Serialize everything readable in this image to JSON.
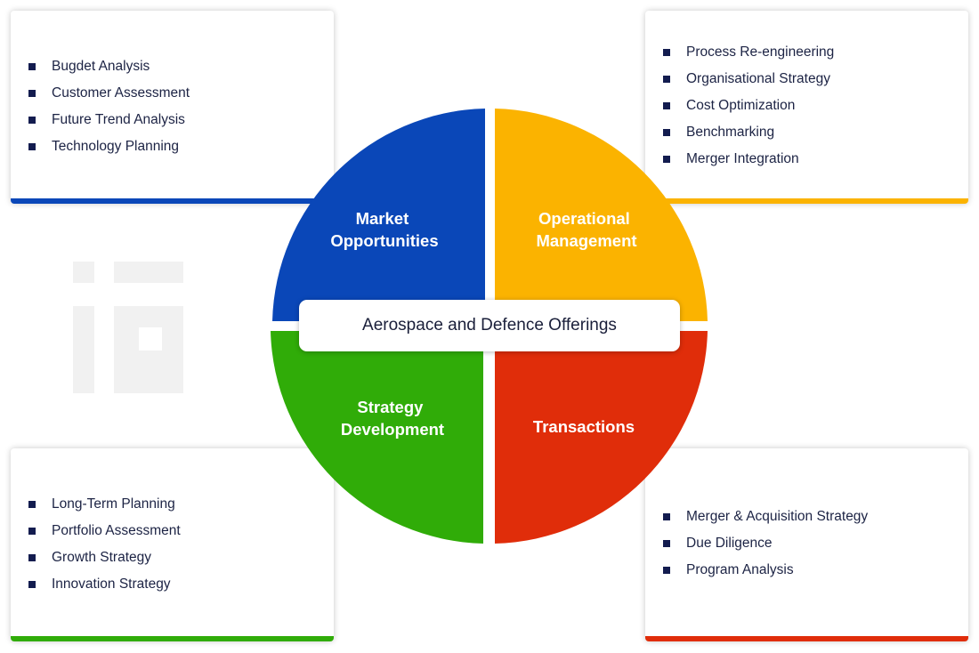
{
  "center_title": "Aerospace and Defence Offerings",
  "colors": {
    "blue": "#0a47b8",
    "yellow": "#fbb300",
    "green": "#30ac08",
    "red": "#e02d0a",
    "bullet": "#131c4f",
    "watermark": "#f1f1f1"
  },
  "quadrants": {
    "market": {
      "line1": "Market",
      "line2": "Opportunities"
    },
    "operational": {
      "line1": "Operational",
      "line2": "Management"
    },
    "strategy": {
      "line1": "Strategy",
      "line2": "Development"
    },
    "transactions": {
      "line1": "Transactions"
    }
  },
  "cards": {
    "market": {
      "items": [
        "Bugdet Analysis",
        "Customer Assessment",
        "Future Trend Analysis",
        "Technology Planning"
      ]
    },
    "operational": {
      "items": [
        "Process Re-engineering",
        "Organisational Strategy",
        "Cost Optimization",
        "Benchmarking",
        "Merger Integration"
      ]
    },
    "strategy": {
      "items": [
        "Long-Term Planning",
        "Portfolio Assessment",
        "Growth Strategy",
        "Innovation Strategy"
      ]
    },
    "transactions": {
      "items": [
        "Merger & Acquisition Strategy",
        "Due Diligence",
        "Program Analysis"
      ]
    }
  },
  "watermark_icon": "iq-logo-watermark-icon"
}
